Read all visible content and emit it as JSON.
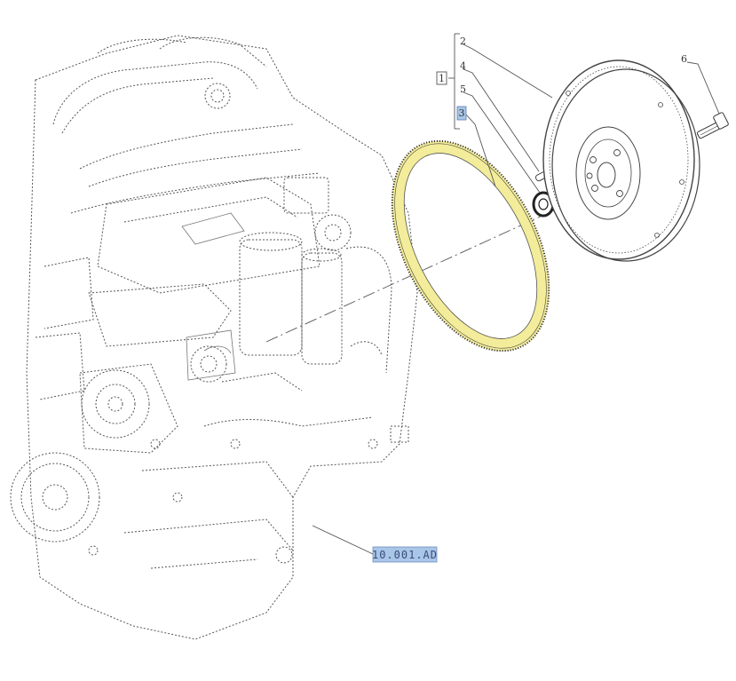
{
  "callouts": {
    "group": "1",
    "item2": "2",
    "item4": "4",
    "item5": "5",
    "item3": "3",
    "item6": "6"
  },
  "reference_link": "10.001.AD",
  "colors": {
    "ring_gear_highlight": "#f3ec9a",
    "callout_highlight": "#a9c6e8",
    "line": "#555555"
  }
}
